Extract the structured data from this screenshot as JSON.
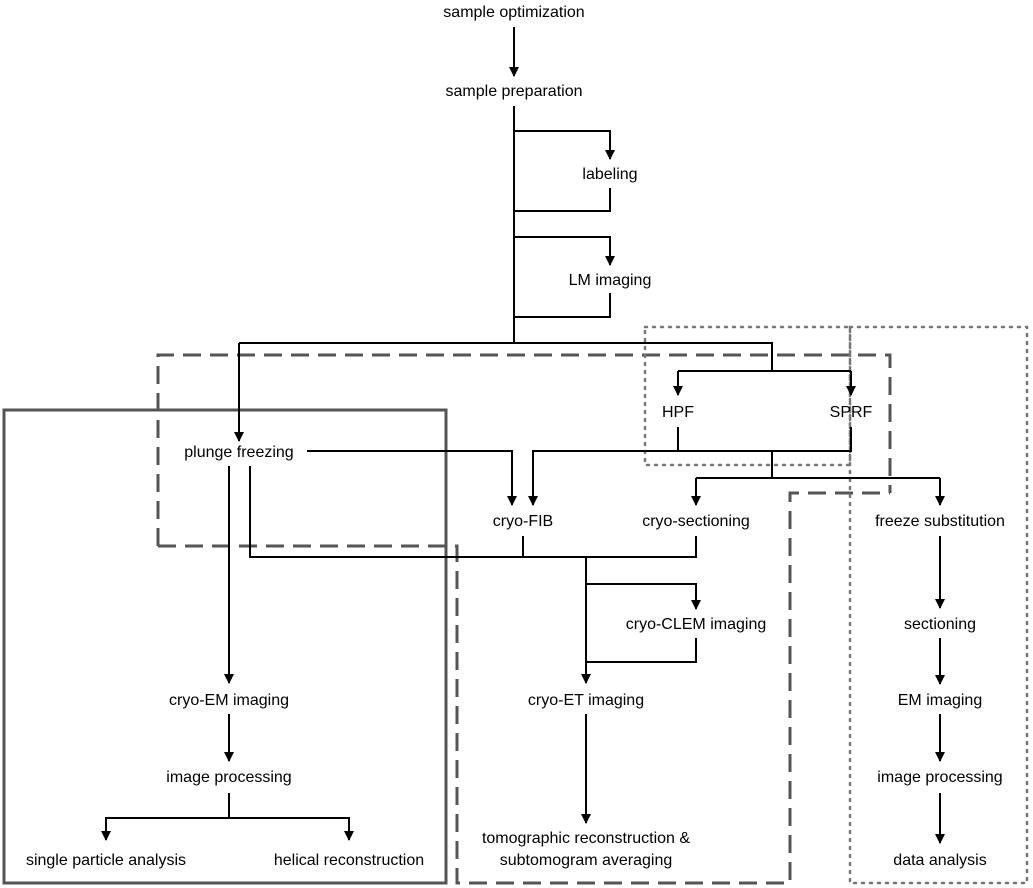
{
  "colors": {
    "line": "#000000",
    "box_border": "#555555",
    "dotted_border": "#777777",
    "background": "#ffffff"
  },
  "nodes": {
    "sample_optimization": "sample optimization",
    "sample_preparation": "sample preparation",
    "labeling": "labeling",
    "lm_imaging": "LM imaging",
    "hpf": "HPF",
    "sprf": "SPRF",
    "plunge_freezing": "plunge freezing",
    "cryo_fib": "cryo-FIB",
    "cryo_sectioning": "cryo-sectioning",
    "freeze_substitution": "freeze substitution",
    "cryo_clem_imaging": "cryo-CLEM imaging",
    "sectioning": "sectioning",
    "cryo_em_imaging": "cryo-EM imaging",
    "cryo_et_imaging": "cryo-ET imaging",
    "em_imaging": "EM imaging",
    "image_processing_left": "image processing",
    "image_processing_right": "image processing",
    "single_particle_analysis": "single particle analysis",
    "helical_reconstruction": "helical reconstruction",
    "tomographic_reconstruction_line1": "tomographic reconstruction &",
    "tomographic_reconstruction_line2": "subtomogram averaging",
    "data_analysis": "data analysis"
  }
}
